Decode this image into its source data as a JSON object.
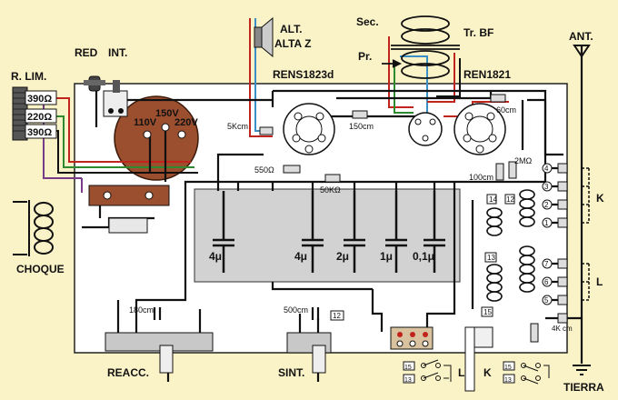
{
  "labels": {
    "r_lim": "R. LIM.",
    "red": "RED",
    "int": "INT.",
    "alt": "ALT.",
    "alta_z": "ALTA Z",
    "sec": "Sec.",
    "tr_bf": "Tr. BF",
    "pr": "Pr.",
    "rens1823d": "RENS1823d",
    "ren1821": "REN1821",
    "ant": "ANT.",
    "choque": "CHOQUE",
    "reacc": "REACC.",
    "sint": "SINT.",
    "tierra": "TIERRA",
    "k": "K",
    "l": "L",
    "v150": "150V",
    "v110": "110V",
    "v220": "220V",
    "r390a": "390Ω",
    "r220": "220Ω",
    "r390b": "390Ω",
    "c5k": "5Kcm",
    "r550": "550Ω",
    "c150": "150cm",
    "c60": "60cm",
    "r2m": "2MΩ",
    "c100": "100cm",
    "r50k": "50KΩ",
    "cap1": "4μ",
    "cap2": "4μ",
    "cap3": "2μ",
    "cap4": "1μ",
    "cap5": "0,1μ",
    "c180": "180cm",
    "c500": "500cm",
    "c4k": "4K cm",
    "n14": "14",
    "n12": "12",
    "n13": "13",
    "n15": "15",
    "n12b": "12",
    "kpins": [
      "4",
      "3",
      "2",
      "1"
    ],
    "lpins": [
      "7",
      "6",
      "5"
    ],
    "sw15a": "15",
    "sw13a": "13",
    "sw15b": "15",
    "sw13b": "13",
    "sw_l": "L",
    "sw_k": "K"
  },
  "colors": {
    "background": "#fbf3c8",
    "chassis": "#ffffff",
    "block": "#d2d2d2",
    "transformer": "#9b4f2f",
    "wire_black": "#111111",
    "wire_red": "#c0241c",
    "wire_green": "#2f8a2f",
    "wire_blue": "#3c8ec6",
    "wire_purple": "#7a3a8a"
  }
}
